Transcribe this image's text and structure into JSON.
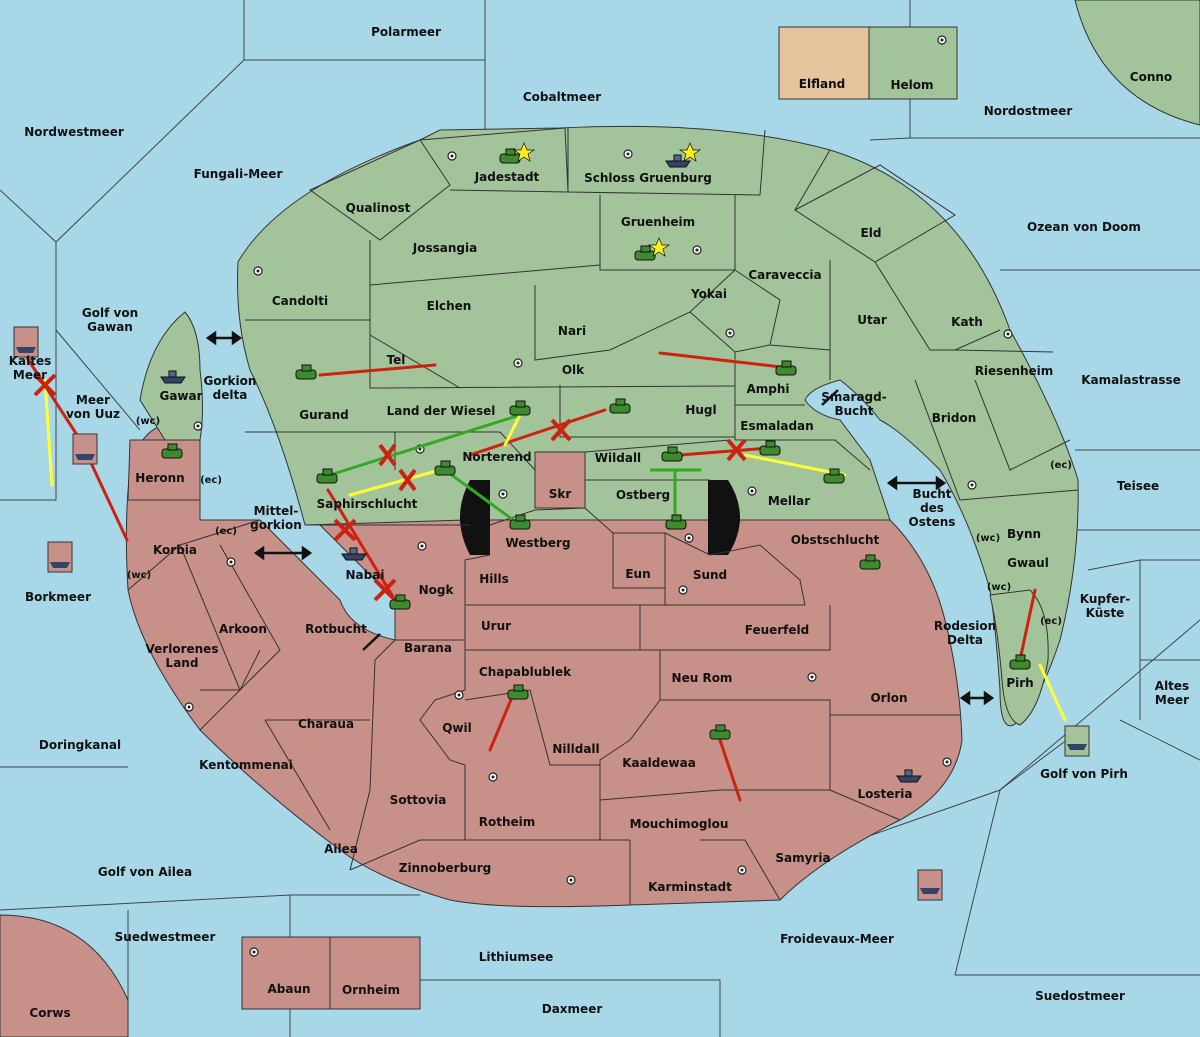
{
  "map_title": "",
  "colors": {
    "sea": "#a8d8e8",
    "player_green": "#a3c49a",
    "player_red": "#c79088",
    "neutral": "#e5c49d",
    "move_green": "#33aa22",
    "move_red": "#cc2211",
    "move_yellow": "#ffff33"
  },
  "sea_regions": [
    "Polarmeer",
    "Cobaltmeer",
    "Nordwestmeer",
    "Fungali-Meer",
    "Nordostmeer",
    "Ozean von Doom",
    "Conno",
    "Kamalastrasse",
    "Teisee",
    "Golf von Gawan",
    "Meer von Uuz",
    "Kaltes Meer",
    "Borkmeer",
    "Doringkanal",
    "Golf von Ailea",
    "Suedwestmeer",
    "Lithiumsee",
    "Daxmeer",
    "Froidevaux-Meer",
    "Suedostmeer",
    "Golf von Pirh",
    "Kupfer-Küste",
    "Altes Meer",
    "Bucht des Ostens",
    "Smaragd-Bucht",
    "Rotbucht",
    "Mittel-gorkion",
    "Gorkion delta",
    "Rodesion Delta",
    "Corws"
  ],
  "land_regions": [
    "Elfland",
    "Helom",
    "Jadestadt",
    "Schloss Gruenburg",
    "Qualinost",
    "Jossangia",
    "Gruenheim",
    "Eld",
    "Candolti",
    "Elchen",
    "Caraveccia",
    "Yokai",
    "Nari",
    "Utar",
    "Kath",
    "Tel",
    "Olk",
    "Amphi",
    "Riesenheim",
    "Gurand",
    "Land der Wiesel",
    "Hugl",
    "Esmaladan",
    "Bridon",
    "Gawar",
    "Norterend",
    "Wildall",
    "Heronn",
    "Skr",
    "Ostberg",
    "Mellar",
    "Saphirschlucht",
    "Westberg",
    "Korbia",
    "Obstschlucht",
    "Bynn",
    "Gwaul",
    "Nabai",
    "Hills",
    "Eun",
    "Sund",
    "Nogk",
    "Arkoon",
    "Urur",
    "Feuerfeld",
    "Pirh",
    "Verlorenes Land",
    "Barana",
    "Chapablublek",
    "Neu Rom",
    "Orlon",
    "Charaua",
    "Qwil",
    "Nilldall",
    "Kaaldewaa",
    "Kentommenai",
    "Sottovia",
    "Losteria",
    "Ailea",
    "Rotheim",
    "Mouchimoglou",
    "Samyria",
    "Zinnoberburg",
    "Karminstadt",
    "Abaun",
    "Ornheim"
  ],
  "coast_tags": [
    "(wc)",
    "(ec)",
    "(ec)",
    "(wc)",
    "(ec)",
    "(wc)",
    "(wc)",
    "(ec)"
  ]
}
